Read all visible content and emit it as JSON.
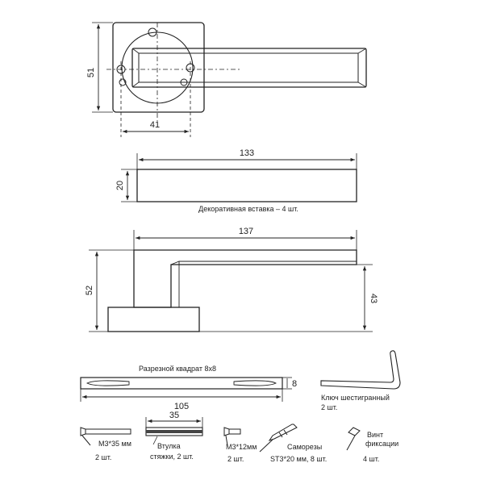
{
  "top_view": {
    "height_dim": "51",
    "width_dim": "41"
  },
  "insert": {
    "length_dim": "133",
    "height_dim": "20",
    "caption": "Декоративная вставка – 4 шт."
  },
  "side_view": {
    "length_dim": "137",
    "height_dim": "52",
    "drop_dim": "43"
  },
  "spindle": {
    "title": "Разрезной квадрат 8х8",
    "size_dim": "8",
    "length_dim": "105"
  },
  "hex_key": {
    "label_line1": "Ключ шестигранный",
    "label_line2": "2 шт."
  },
  "screw_m3_35": {
    "label": "М3*35 мм",
    "qty": "2 шт."
  },
  "sleeve": {
    "length_dim": "35",
    "label_line1": "Втулка",
    "label_line2": "стяжки, 2  шт."
  },
  "screw_m3_12": {
    "label": "М3*12мм",
    "qty": "2 шт."
  },
  "self_tap": {
    "label": "Саморезы",
    "label_line2": "ST3*20 мм, 8 шт."
  },
  "set_screw": {
    "label_line1": "Винт",
    "label_line2": "фиксации",
    "qty": "4 шт."
  }
}
